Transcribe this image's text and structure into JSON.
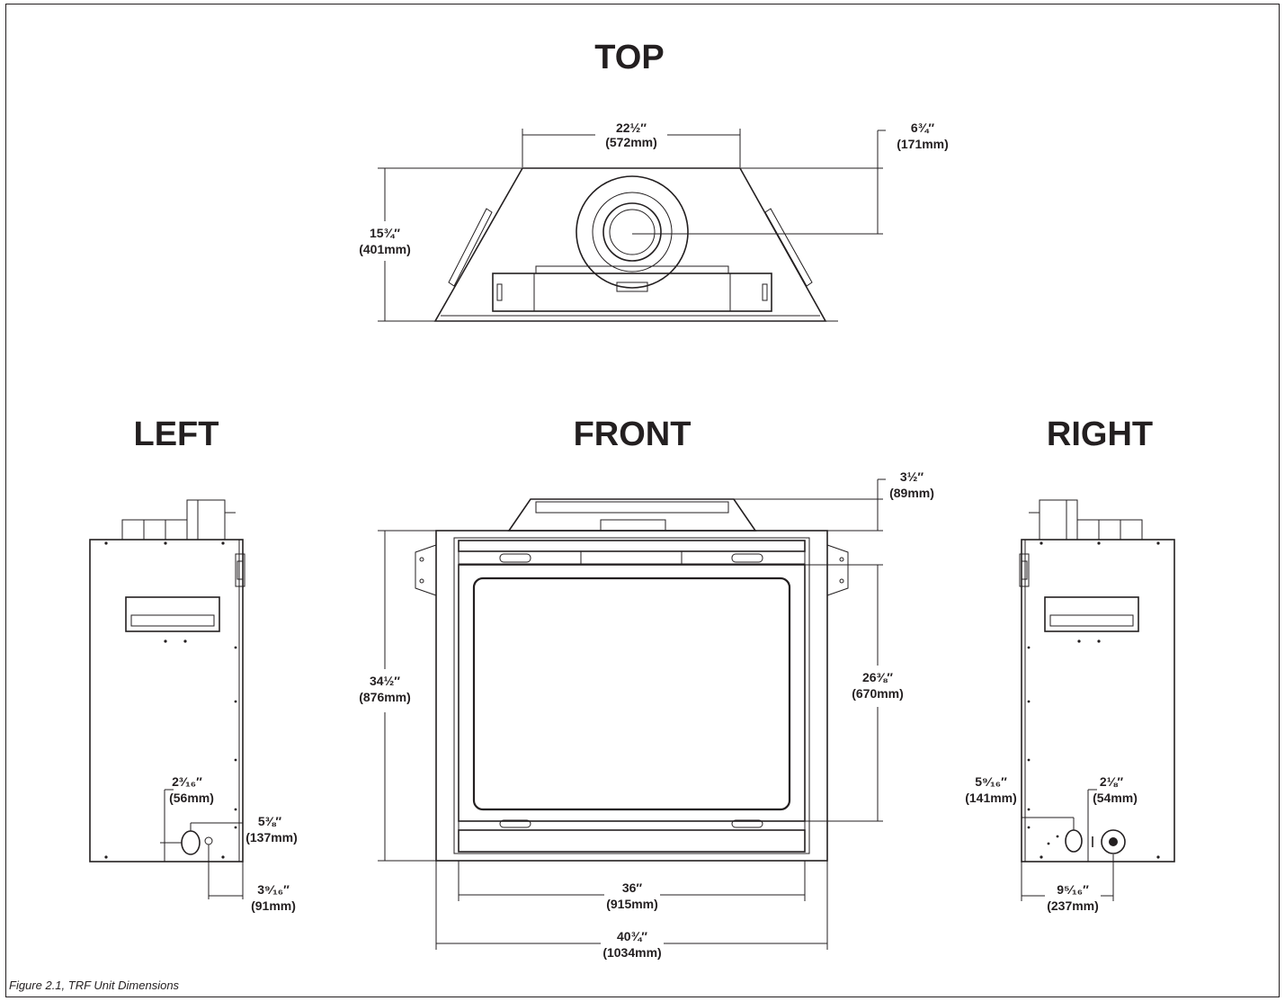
{
  "titles": {
    "top": "TOP",
    "left": "LEFT",
    "front": "FRONT",
    "right": "RIGHT"
  },
  "dimensions": {
    "top_width": {
      "imperial": "22½″",
      "metric": "(572mm)"
    },
    "top_depth_offset": {
      "imperial": "6¾″",
      "metric": "(171mm)"
    },
    "top_depth": {
      "imperial": "15¾″",
      "metric": "(401mm)"
    },
    "front_vent_height": {
      "imperial": "3½″",
      "metric": "(89mm)"
    },
    "front_height": {
      "imperial": "34½″",
      "metric": "(876mm)"
    },
    "front_glass_height": {
      "imperial": "26⅜″",
      "metric": "(670mm)"
    },
    "front_glass_width": {
      "imperial": "36″",
      "metric": "(915mm)"
    },
    "front_overall_width": {
      "imperial": "40¾″",
      "metric": "(1034mm)"
    },
    "left_gas_height": {
      "imperial": "2³⁄₁₆″",
      "metric": "(56mm)"
    },
    "left_gas_offset": {
      "imperial": "5⅜″",
      "metric": "(137mm)"
    },
    "left_gas_back": {
      "imperial": "3⁹⁄₁₆″",
      "metric": "(91mm)"
    },
    "right_gas_offset": {
      "imperial": "5⁹⁄₁₆″",
      "metric": "(141mm)"
    },
    "right_gas_height": {
      "imperial": "2⅛″",
      "metric": "(54mm)"
    },
    "right_gas_back": {
      "imperial": "9⁵⁄₁₆″",
      "metric": "(237mm)"
    }
  },
  "caption": "Figure 2.1, TRF Unit Dimensions"
}
